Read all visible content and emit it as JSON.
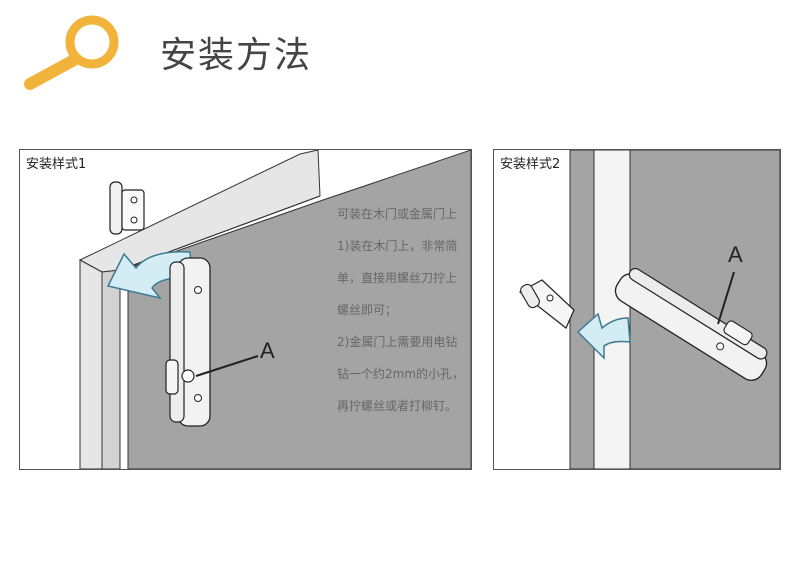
{
  "header": {
    "title": "安装方法",
    "icon": "magnifier-icon",
    "icon_color": "#F2B33A"
  },
  "panels": [
    {
      "label": "安装样式1",
      "callout": "A"
    },
    {
      "label": "安装样式2",
      "callout": "A"
    }
  ],
  "instructions": {
    "lines": [
      "可装在木门或金属门上",
      "1)装在木门上，非常简",
      "单，直接用螺丝刀拧上",
      "螺丝即可；",
      "2)金属门上需要用电钻",
      "钻一个约2mm的小孔，",
      "再拧螺丝或者打柳钉。"
    ]
  },
  "colors": {
    "door_gray": "#A4A4A4",
    "arrow_fill": "#D4ECF4",
    "arrow_stroke": "#3C7B93",
    "icon_orange": "#F2B33A"
  }
}
